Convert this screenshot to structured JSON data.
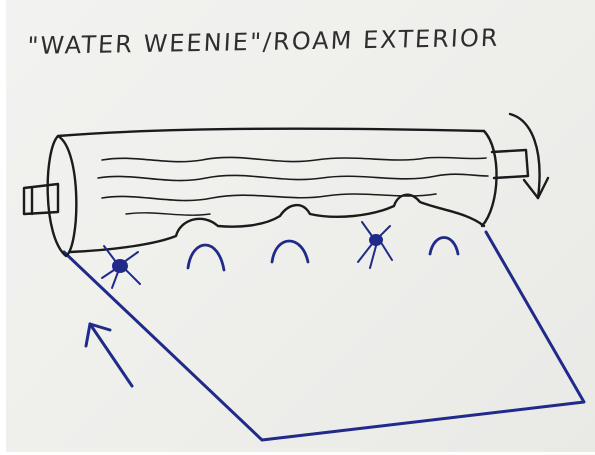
{
  "sketch": {
    "title": "\"WATER WEENIE\"/ROAM EXTERIOR",
    "ink_colors": {
      "pencil": "#1b1b1b",
      "blue_pen": "#1f2a8a"
    },
    "icons": [
      "roller-drum",
      "rotation-arrow",
      "crawler-bug",
      "motion-arrow"
    ]
  }
}
